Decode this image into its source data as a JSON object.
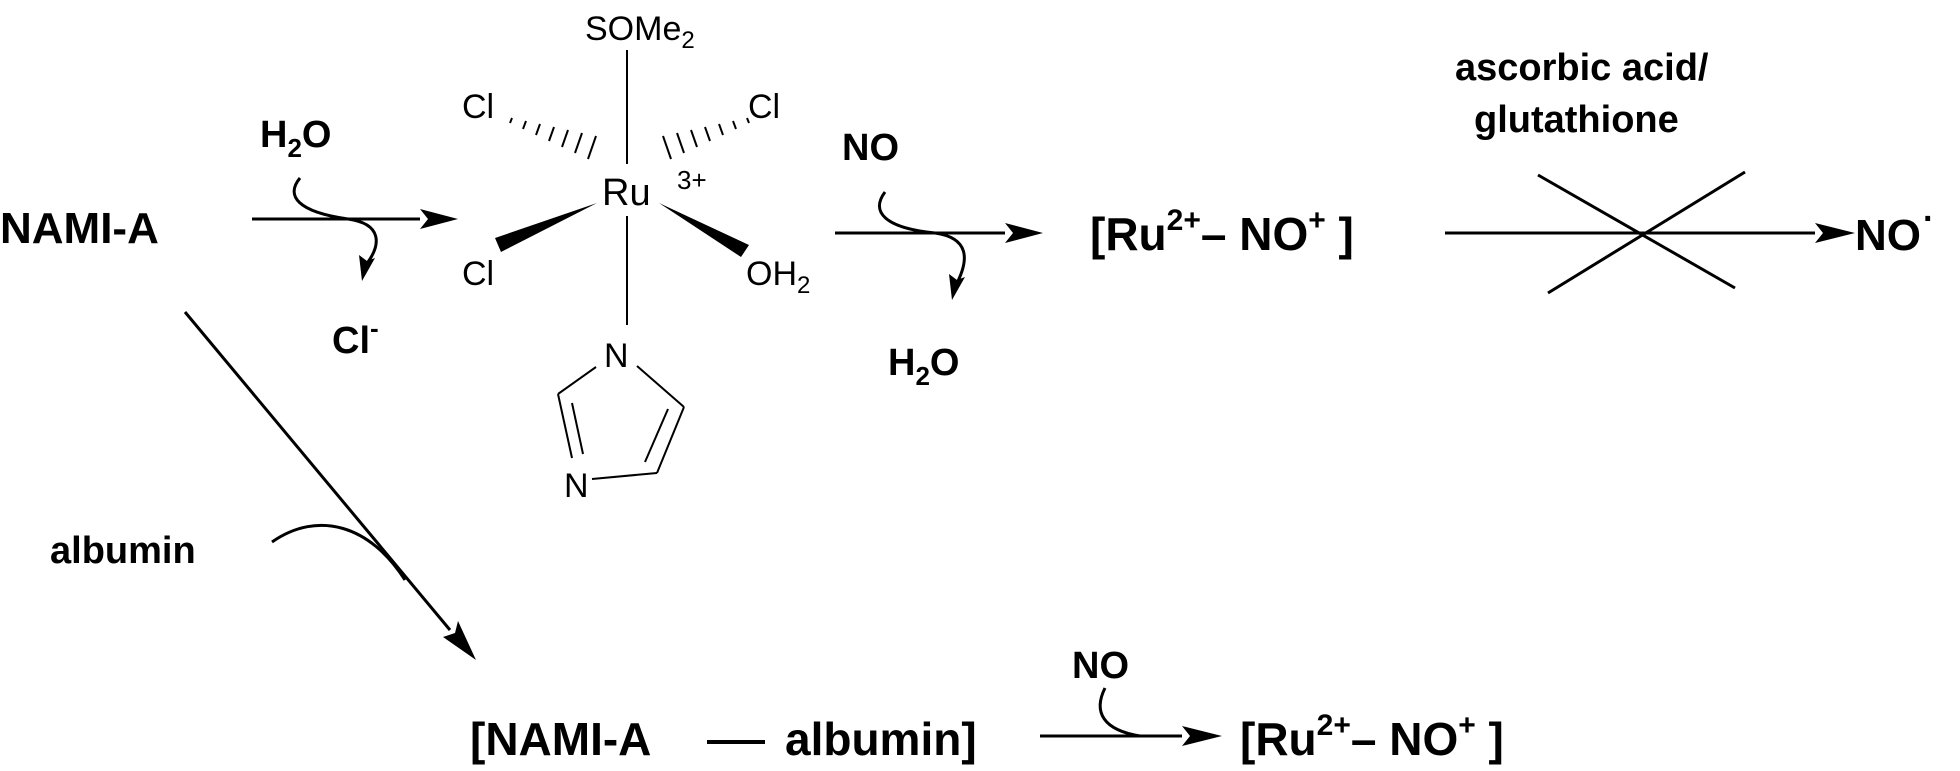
{
  "species": {
    "nami_a": "NAMI-A",
    "chloride": {
      "base": "Cl",
      "charge": "-"
    },
    "water_in": {
      "pre": "H",
      "sub": "2",
      "post": "O"
    },
    "water_out": {
      "pre": "H",
      "sub": "2",
      "post": "O"
    },
    "no_reagent_top": "NO",
    "no_reagent_bottom": "NO",
    "albumin_reagent": "albumin",
    "reductant_line1": "ascorbic acid/",
    "reductant_line2": "glutathione",
    "product_top": {
      "open": "[Ru",
      "charge1": "2+",
      "dash": "– NO",
      "charge2": "+",
      "close": " ]"
    },
    "product_bottom": {
      "open": "[Ru",
      "charge1": "2+",
      "dash": "– NO",
      "charge2": "+",
      "close": " ]"
    },
    "no_radical": {
      "base": "NO",
      "dot": "·"
    },
    "adduct_left": "[NAMI-A",
    "adduct_right": "albumin]"
  },
  "complex": {
    "metal": "Ru",
    "charge": "3+",
    "axial_top": {
      "pre": "SOMe",
      "sub": "2"
    },
    "cl_upper_left": "Cl",
    "cl_upper_right": "Cl",
    "cl_lower_left": "Cl",
    "aqua": {
      "pre": "OH",
      "sub": "2"
    },
    "imidazole_n1": "N",
    "imidazole_n3": "N"
  }
}
